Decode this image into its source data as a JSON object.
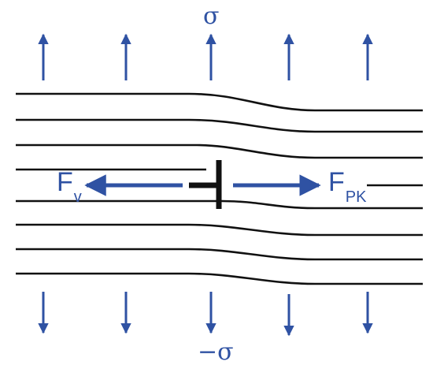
{
  "stress_top": "σ",
  "stress_bottom": "−σ",
  "force_left": {
    "symbol": "F",
    "subscript": "v"
  },
  "force_right": {
    "symbol": "F",
    "subscript": "PK"
  },
  "colors": {
    "arrow": "#2f52a3",
    "line": "#111111"
  },
  "icons": {
    "dislocation": "edge-dislocation-symbol"
  }
}
